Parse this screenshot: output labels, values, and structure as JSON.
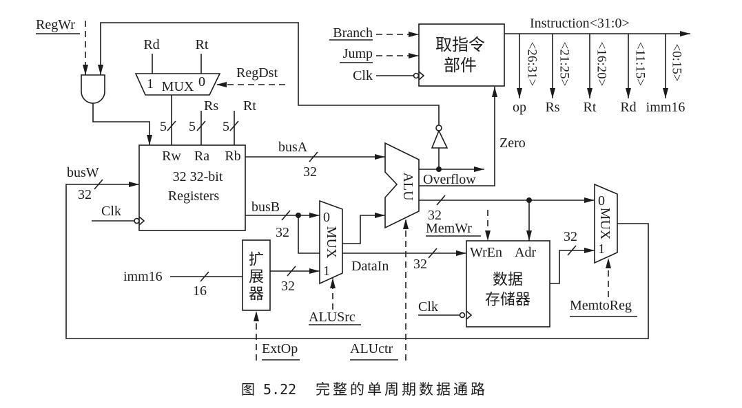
{
  "figure": {
    "caption_number": "图 5.22",
    "caption_title": "完整的单周期数据通路"
  },
  "control": {
    "regwr": "RegWr",
    "regdst": "RegDst",
    "branch": "Branch",
    "jump": "Jump",
    "alusrc": "ALUSrc",
    "aluctr": "ALUctr",
    "extop": "ExtOp",
    "memwr": "MemWr",
    "memtoreg": "MemtoReg"
  },
  "fetch_unit": {
    "line1": "取指令",
    "line2": "部件",
    "clk": "Clk"
  },
  "instruction": {
    "bus_label": "Instruction<31:0>",
    "fields": [
      {
        "bits": "<26:31>",
        "name": "op"
      },
      {
        "bits": "<21:25>",
        "name": "Rs"
      },
      {
        "bits": "<16:20>",
        "name": "Rt"
      },
      {
        "bits": "<11:15>",
        "name": "Rd"
      },
      {
        "bits": "<0:15>",
        "name": "imm16"
      }
    ]
  },
  "regdst_mux": {
    "input1": "Rd",
    "input0": "Rt",
    "sel1": "1",
    "label": "MUX",
    "sel0": "0",
    "out_width": "5"
  },
  "register_file": {
    "port_rw": "Rw",
    "port_ra": "Ra",
    "port_rb": "Rb",
    "line1": "32 32-bit",
    "line2": "Registers",
    "input_rs": "Rs",
    "input_rt": "Rt",
    "width_ra": "5",
    "width_rb": "5",
    "clk": "Clk",
    "busw": "busW",
    "busw_width": "32",
    "busa": "busA",
    "busa_width": "32",
    "busb": "busB",
    "busb_width": "32"
  },
  "extender": {
    "chars": [
      "扩",
      "展",
      "器"
    ],
    "input": "imm16",
    "input_width": "16",
    "output_width": "32"
  },
  "alusrc_mux": {
    "sel0": "0",
    "label": "MUX",
    "sel1": "1"
  },
  "alu": {
    "label": "ALU",
    "zero": "Zero",
    "overflow": "Overflow",
    "result_width": "32"
  },
  "data_memory": {
    "port_wren": "WrEn",
    "port_adr": "Adr",
    "line1": "数据",
    "line2": "存储器",
    "clk": "Clk",
    "datain": "DataIn",
    "datain_width": "32",
    "dataout_width": "32"
  },
  "memtoreg_mux": {
    "sel0": "0",
    "label": "MUX",
    "sel1": "1"
  }
}
